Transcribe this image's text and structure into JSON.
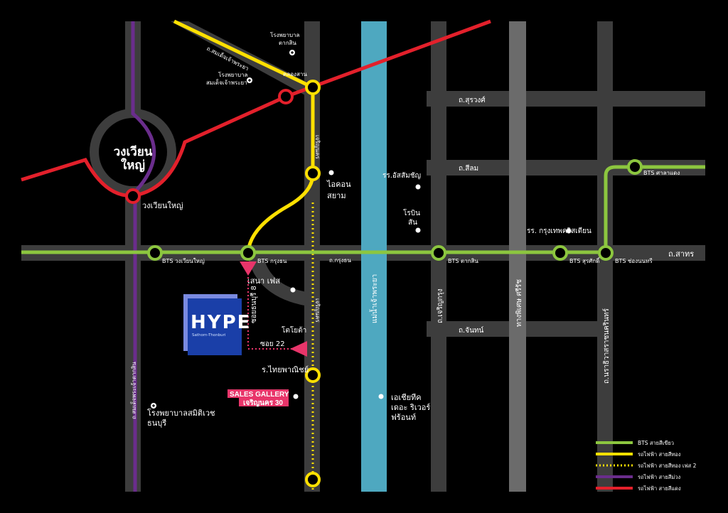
{
  "map": {
    "colors": {
      "background": "#000000",
      "road": "#3d3d3d",
      "river": "#4ea8c0",
      "bts_green": "#8cc63f",
      "gold_line": "#ffe000",
      "purple_line": "#6a2d8c",
      "red_line": "#e3202b",
      "pink_marker": "#e8356a",
      "project_blue": "#1a3fa8"
    },
    "circle_name": "วงเวียน\nใหญ่",
    "circle_name_line1": "วงเวียน",
    "circle_name_line2": "ใหญ่",
    "stations": {
      "red_wongwianyai": "วงเวียนใหญ่",
      "bts_wongwianyai": "BTS วงเวียนใหญ่",
      "bts_krungthon": "BTS กรุงธน",
      "bts_taksin": "BTS ตากสิน",
      "bts_surasak": "BTS สุรศักดิ์",
      "bts_chongnonsi": "BTS ช่องนนทรี",
      "bts_saladaeng": "BTS ศาลาแดง",
      "gold_khlongsan": "คลองสาน",
      "gold_iconsiam": "ไอคอน\nสยาม",
      "gold_iconsiam_1": "ไอคอน",
      "gold_iconsiam_2": "สยาม",
      "gold_thaiphanit": "ร.ไทยพาณิชย์"
    },
    "roads": {
      "somdet_chaophraya": "ถ.สมเด็จเจ้าพระยา",
      "charoen_nakhon_1": "เจริญนคร",
      "charoen_nakhon_2": "เจริญนคร",
      "krungthon": "ถ.กรุงธน",
      "surawong": "ถ.สุรวงศ์",
      "silom": "ถ.สีลม",
      "sathorn": "ถ.สาทร",
      "chan": "ถ.จันทน์",
      "charoen_krung": "ถ.เจริญกรุง",
      "expressway": "ทางพิเศษ ศรีรัช",
      "naradhiwas": "ถ.นราธิวาสราชนครินทร์",
      "somdet_phrachao_taksin": "ถ.สมเด็จพระเจ้าตากสิน",
      "soi_thonburi8": "ซอยธนบุรี 8",
      "soi22": "ซอย 22",
      "river": "แม่น้ำเจ้าพระยา"
    },
    "places": {
      "taksin_hospital_1": "โรงพยาบาล",
      "taksin_hospital_2": "ตากสิน",
      "somdet_hospital_1": "โรงพยาบาล",
      "somdet_hospital_2": "สมเด็จเจ้าพระยา",
      "assumption": "รร.อัสสัมชัญ",
      "robinson_1": "โรบิน",
      "robinson_2": "สัน",
      "bch": "รร. กรุงเทพคริสเตียน",
      "sena_fest": "เสนา เฟส",
      "toyota": "โตโยต้า",
      "samitivej_1": "โรงพยาบาลสมิติเวช",
      "samitivej_2": "ธนบุรี",
      "asiatique_1": "เอเชียทีค",
      "asiatique_2": "เดอะ ริเวอร์",
      "asiatique_3": "ฟร้อนท์"
    },
    "project": {
      "name": "HYPE",
      "sub": "Sathorn-Thonburi"
    },
    "sales_gallery": {
      "line1": "SALES GALLERY",
      "line2": "เจริญนคร 30"
    },
    "legend": [
      {
        "label": "BTS สายสีเขียว",
        "color": "#8cc63f",
        "style": "solid"
      },
      {
        "label": "รถไฟฟ้า สายสีทอง",
        "color": "#ffe000",
        "style": "solid"
      },
      {
        "label": "รถไฟฟ้า สายสีทอง เฟส 2",
        "color": "#ffe000",
        "style": "dotted"
      },
      {
        "label": "รถไฟฟ้า สายสีม่วง",
        "color": "#6a2d8c",
        "style": "solid"
      },
      {
        "label": "รถไฟฟ้า สายสีแดง",
        "color": "#e3202b",
        "style": "solid"
      }
    ]
  }
}
